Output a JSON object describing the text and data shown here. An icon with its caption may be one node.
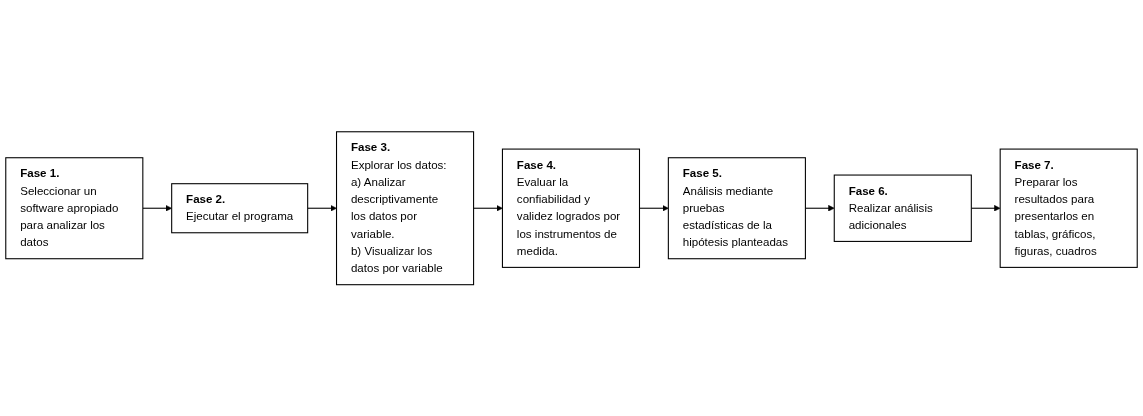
{
  "diagram": {
    "nodes": [
      {
        "text": [
          "Fase 1.",
          "Seleccionar un software apropiado para analizar los datos"
        ]
      },
      {
        "text": [
          "Fase 2.",
          "Ejecutar el programa"
        ]
      },
      {
        "text": [
          "Fase 3.",
          "Explorar los datos:",
          "a) Analizar descriptivamente los datos por variable.",
          "b) Visualizar los datos por variable"
        ]
      },
      {
        "text": [
          "Fase 4.",
          "Evaluar la confiabilidad y validez logrados por los instrumentos de medida."
        ]
      },
      {
        "text": [
          "Fase 5.",
          "Análisis mediante pruebas estadísticas de la hipótesis planteadas"
        ]
      },
      {
        "text": [
          "Fase 6.",
          "Realizar análisis adicionales"
        ]
      },
      {
        "text": [
          "Fase 7.",
          "Preparar los resultados para presentarlos en tablas, gráficos, figuras, cuadros"
        ]
      }
    ],
    "edges": [
      {
        "from": 0,
        "to": 1,
        "arrow": "to"
      },
      {
        "from": 1,
        "to": 2,
        "arrow": "to"
      },
      {
        "from": 2,
        "to": 3,
        "arrow": "to"
      },
      {
        "from": 3,
        "to": 4,
        "arrow": "to"
      },
      {
        "from": 4,
        "to": 5,
        "arrow": "to"
      },
      {
        "from": 5,
        "to": 6,
        "arrow": "to"
      }
    ]
  }
}
